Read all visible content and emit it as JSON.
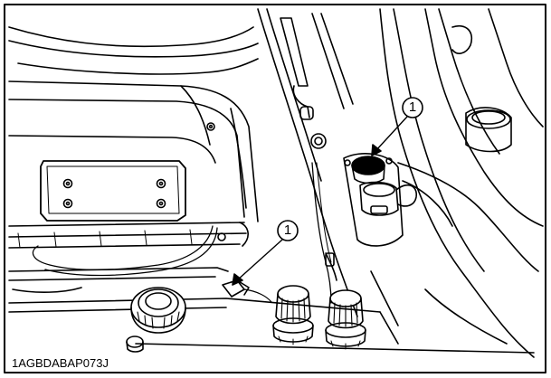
{
  "diagram": {
    "figure_code": "1AGBDABAP073J",
    "callouts": [
      {
        "number": "1",
        "target": "upper socket"
      },
      {
        "number": "1",
        "target": "lower connector"
      }
    ],
    "colors": {
      "ink": "#000000",
      "paper": "#ffffff",
      "cap_fill": "#bfbfbf"
    }
  }
}
